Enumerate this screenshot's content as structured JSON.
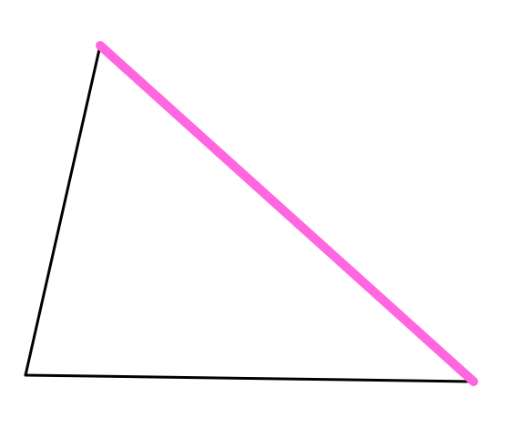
{
  "diagram": {
    "type": "triangle",
    "edges": [
      {
        "id": "left-edge",
        "color": "#000000"
      },
      {
        "id": "bottom-edge",
        "color": "#000000"
      },
      {
        "id": "hypotenuse",
        "color": "#ff66e0",
        "highlighted": true
      }
    ]
  }
}
